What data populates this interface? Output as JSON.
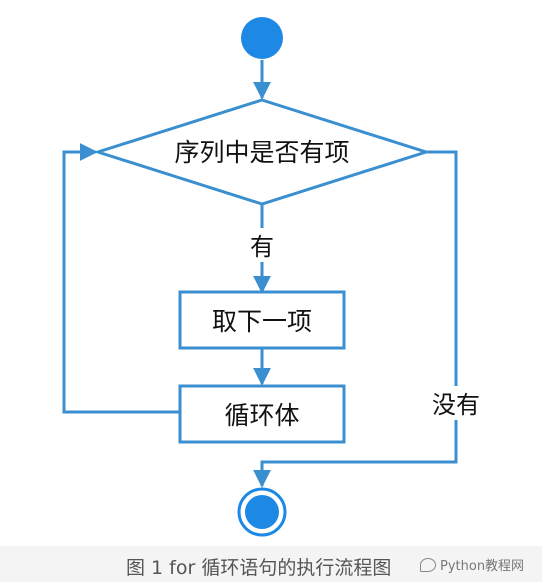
{
  "diagram": {
    "nodes": {
      "decision": "序列中是否有项",
      "take_item": "取下一项",
      "loop_body": "循环体"
    },
    "edge_labels": {
      "yes": "有",
      "no": "没有"
    }
  },
  "caption": "图 1 for 循环语句的执行流程图",
  "watermark": "Python教程网",
  "colors": {
    "line": "#3a8fd0",
    "terminal_fill": "#1e88e5",
    "terminal_ring": "#1e88e5",
    "text": "#111111"
  }
}
